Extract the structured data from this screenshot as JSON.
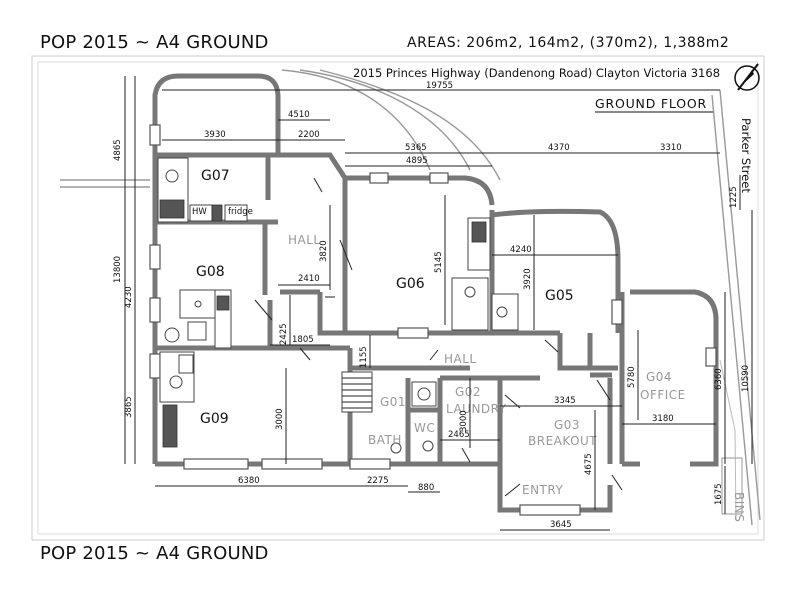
{
  "header": {
    "title": "POP 2015 ~ A4 GROUND",
    "areas": "AREAS: 206m2, 164m2, (370m2), 1,388m2"
  },
  "footer": {
    "title": "POP 2015 ~ A4 GROUND"
  },
  "plan": {
    "address": "2015 Princes Highway (Dandenong Road) Clayton Victoria 3168",
    "floor_label": "GROUND FLOOR",
    "street": "Parker Street",
    "bins": "BINS"
  },
  "rooms": {
    "g07": "G07",
    "g08": "G08",
    "g09": "G09",
    "g06": "G06",
    "g05": "G05",
    "g04": "G04",
    "g04_name": "OFFICE",
    "g03": "G03",
    "g03_name": "BREAKOUT",
    "g02": "G02",
    "g02_name": "LAUNDRY",
    "g01": "G01",
    "hall1": "HALL",
    "hall2": "HALL",
    "bath": "BATH",
    "wc": "WC",
    "entry": "ENTRY"
  },
  "dimensions": {
    "d19755": "19755",
    "d4510": "4510",
    "d3930": "3930",
    "d2200": "2200",
    "d5365": "5365",
    "d4370": "4370",
    "d3310": "3310",
    "d4895": "4895",
    "d4865": "4865",
    "d13800": "13800",
    "d4230": "4230",
    "d3865": "3865",
    "d1225": "1225",
    "d3820": "3820",
    "d2410": "2410",
    "d5145": "5145",
    "d4240": "4240",
    "d3920": "3920",
    "d2425": "2425",
    "d1805": "1805",
    "d1155": "1155",
    "d3000a": "3000",
    "d3000b": "3000",
    "d5780": "5780",
    "d3345": "3345",
    "d3180": "3180",
    "d6360": "6360",
    "d10590": "10590",
    "d2465": "2465",
    "d4675": "4675",
    "d6380": "6380",
    "d2275": "2275",
    "d880": "880",
    "d3645": "3645",
    "d1675": "1675"
  },
  "fixtures": {
    "hw": "HW",
    "fridge": "fridge"
  }
}
